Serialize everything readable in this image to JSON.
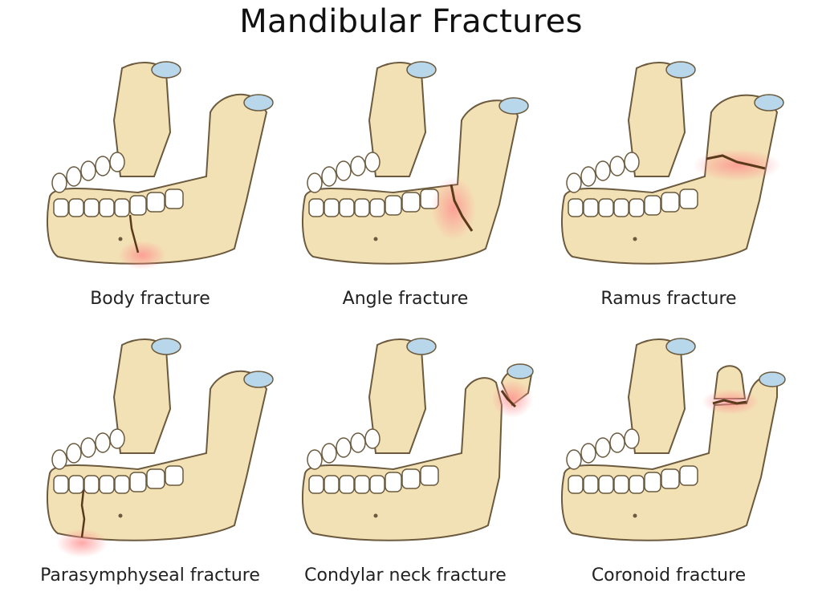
{
  "title": "Mandibular Fractures",
  "colors": {
    "bone": "#f3e1b6",
    "bone_outline": "#6b5a3e",
    "tooth": "#ffffff",
    "cartilage": "#b9d7ea",
    "fracture_line": "#5a3a1a",
    "fracture_glow": "#ff8a8a"
  },
  "panels": [
    {
      "label": "Body fracture",
      "fracture_icon": "body-fracture-line"
    },
    {
      "label": "Angle fracture",
      "fracture_icon": "angle-fracture-line"
    },
    {
      "label": "Ramus fracture",
      "fracture_icon": "ramus-fracture-line"
    },
    {
      "label": "Parasymphyseal fracture",
      "fracture_icon": "parasymphyseal-fracture-line"
    },
    {
      "label": "Condylar neck fracture",
      "fracture_icon": "condylar-neck-fracture-line"
    },
    {
      "label": "Coronoid fracture",
      "fracture_icon": "coronoid-fracture-line"
    }
  ]
}
